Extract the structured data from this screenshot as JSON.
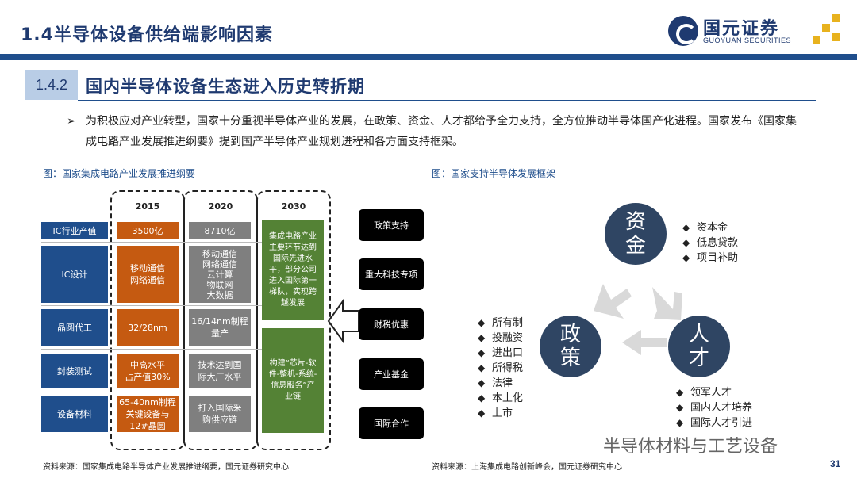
{
  "header": {
    "title": "1.4半导体设备供给端影响因素",
    "logo_cn": "国元证券",
    "logo_en": "GUOYUAN SECURITIES",
    "accent": "#1f4e8c"
  },
  "section": {
    "number": "1.4.2",
    "title": "国内半导体设备生态进入历史转折期"
  },
  "bullet": {
    "mark": "➢",
    "text": "为积极应对产业转型，国家十分重视半导体产业的发展，在政策、资金、人才都给予全力支持，全方位推动半导体国产化进程。国家发布《国家集成电路产业发展推进纲要》提到国产半导体产业规划进程和各方面支持框架。"
  },
  "left_figure": {
    "caption": "图：国家集成电路产业发展推进纲要",
    "years": [
      "2015",
      "2020",
      "2030"
    ],
    "rows": [
      {
        "label": "IC行业产值",
        "y2015": "3500亿",
        "y2020": "8710亿"
      },
      {
        "label": "IC设计",
        "y2015": "移动通信\n网络通信",
        "y2020": "移动通信\n网络通信\n云计算\n物联网\n大数据"
      },
      {
        "label": "晶圆代工",
        "y2015": "32/28nm",
        "y2020": "16/14nm制程\n量产"
      },
      {
        "label": "封装测试",
        "y2015": "中高水平\n占产值30%",
        "y2020": "技术达到国\n际大厂水平"
      },
      {
        "label": "设备材料",
        "y2015": "65-40nm制程\n关键设备与\n12#晶圆",
        "y2020": "打入国际采\n购供应链"
      }
    ],
    "y2030": [
      "集成电路产业主要环节达到国际先进水平，部分公司进入国际第一梯队，实现跨越发展",
      "构建“芯片-软件-整机-系统-信息服务”产业链"
    ],
    "policies": [
      "政策支持",
      "重大科技专项",
      "财税优惠",
      "产业基金",
      "国际合作"
    ],
    "colors": {
      "y2015": "#c55a11",
      "y2020": "#7f7f7f",
      "y2030": "#548235",
      "label": "#1f4e8c"
    }
  },
  "right_figure": {
    "caption": "图：国家支持半导体发展框架",
    "nodes": {
      "capital": "资\n金",
      "talent": "人\n才",
      "policy": "政\n策"
    },
    "capital_items": [
      "资本金",
      "低息贷款",
      "项目补助"
    ],
    "policy_items": [
      "所有制",
      "投融资",
      "进出口",
      "所得税",
      "法律",
      "本土化",
      "上市"
    ],
    "talent_items": [
      "领军人才",
      "国内人才培养",
      "国际人才引进"
    ],
    "bullet_mark": "◆"
  },
  "footer": {
    "left_source": "资料来源：国家集成电路半导体产业发展推进纲要，国元证券研究中心",
    "right_source": "资料来源：上海集成电路创新峰会，国元证券研究中心",
    "watermark": "半导体材料与工艺设备",
    "page": "31"
  }
}
